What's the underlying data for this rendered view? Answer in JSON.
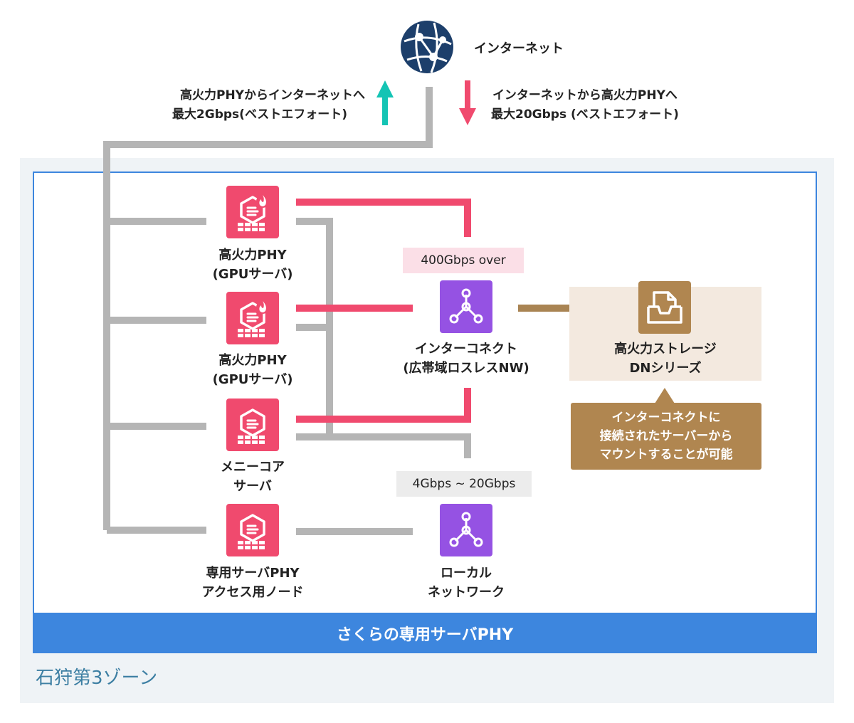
{
  "internet": {
    "label": "インターネット",
    "up_line1": "高火力PHYからインターネットへ",
    "up_line2": "最大2Gbps(ベストエフォート)",
    "down_line1": "インターネットから高火力PHYへ",
    "down_line2": "最大20Gbps (ベストエフォート)"
  },
  "servers": [
    {
      "line1": "高火力PHY",
      "line2": "(GPUサーバ)",
      "icon": "gpu-server-icon"
    },
    {
      "line1": "高火力PHY",
      "line2": "(GPUサーバ)",
      "icon": "gpu-server-icon"
    },
    {
      "line1": "メニーコア",
      "line2": "サーバ",
      "icon": "server-icon"
    },
    {
      "line1": "専用サーバPHY",
      "line2": "アクセス用ノード",
      "icon": "server-icon"
    }
  ],
  "interconnect": {
    "speed": "400Gbps over",
    "line1": "インターコネクト",
    "line2": "(広帯域ロスレスNW)"
  },
  "local_network": {
    "speed": "4Gbps ~ 20Gbps",
    "line1": "ローカル",
    "line2": "ネットワーク"
  },
  "storage": {
    "line1": "高火力ストレージ",
    "line2": "DNシリーズ",
    "note_line1": "インターコネクトに",
    "note_line2": "接続されたサーバーから",
    "note_line3": "マウントすることが可能"
  },
  "footer": "さくらの専用サーバPHY",
  "zone": "石狩第3ゾーン",
  "colors": {
    "interconnect_line": "#f04a6e",
    "local_line": "#b5b5b5",
    "storage_line": "#a98453",
    "up_arrow": "#14c4b4",
    "down_arrow": "#f04a6e",
    "zone_border": "#3d86de"
  }
}
